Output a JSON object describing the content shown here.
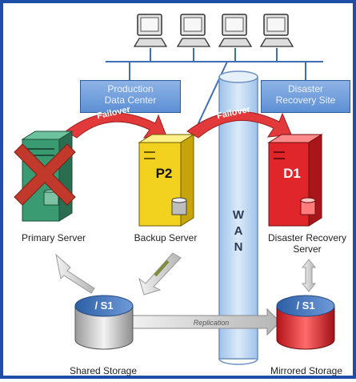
{
  "sites": {
    "production": [
      "Production",
      "Data Center"
    ],
    "disaster": [
      "Disaster",
      "Recovery Site"
    ]
  },
  "arrows": {
    "failover1": "Failover",
    "failover2": "Failover",
    "replication": "Replication"
  },
  "servers": {
    "primary": {
      "label": "Primary Server",
      "tag": ""
    },
    "backup": {
      "label": "Backup Server",
      "tag": "P2"
    },
    "dr": {
      "label_line1": "Disaster Recovery",
      "label_line2": "Server",
      "tag": "D1"
    }
  },
  "storage": {
    "shared": {
      "label": "Shared Storage",
      "volume": "/ S1"
    },
    "mirrored": {
      "label": "Mirrored Storage",
      "volume": "/ S1"
    }
  },
  "wan": {
    "letters": [
      "W",
      "A",
      "N"
    ]
  },
  "colors": {
    "frame": "#1f4ea8",
    "primary": "#3a9a72",
    "backup": "#f2d21e",
    "dr": "#e0262a",
    "failed_mark": "#c0392b",
    "failover": "#e23a3a",
    "wan": "#bcd6f2"
  },
  "icons": [
    "workstation-icon",
    "failed-x-icon",
    "database-icon"
  ]
}
